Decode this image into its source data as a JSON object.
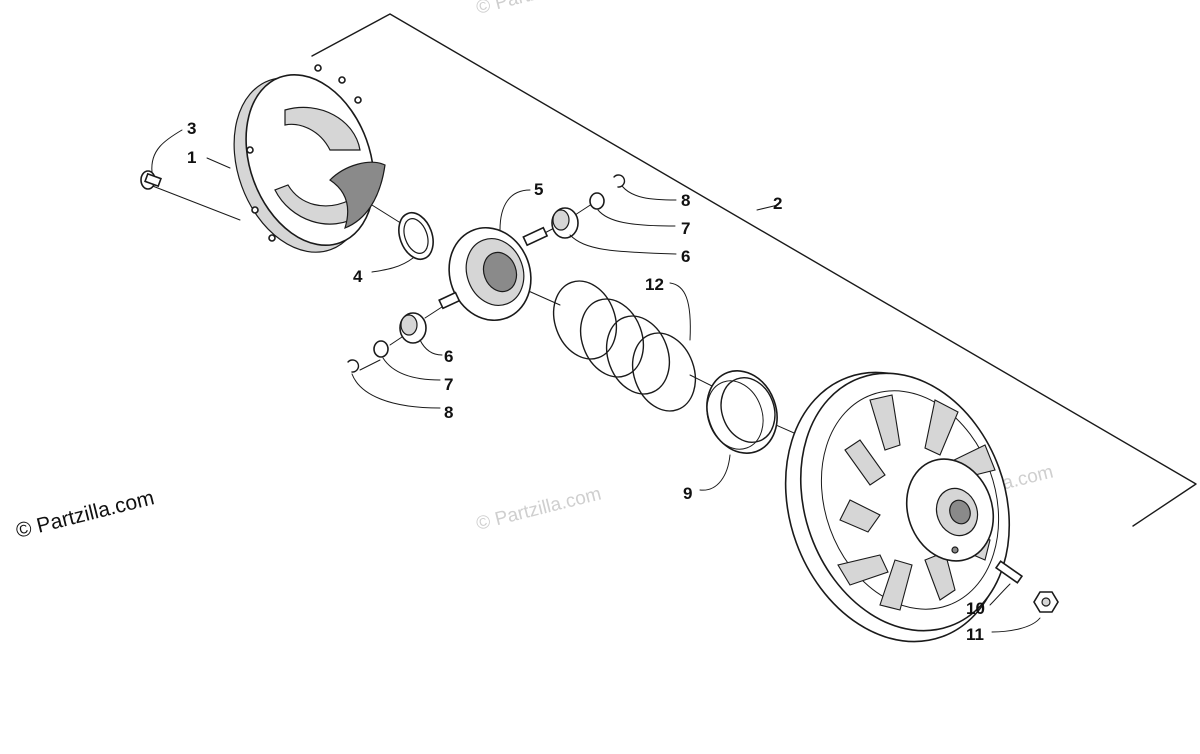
{
  "diagram": {
    "copyright": "© Partzilla.com",
    "watermarks": [
      "© Partzilla.com",
      "© Partzilla.com",
      "© Partzilla.com"
    ],
    "callouts": {
      "c1": "1",
      "c2": "2",
      "c3": "3",
      "c4": "4",
      "c5": "5",
      "c6a": "6",
      "c6b": "6",
      "c7a": "7",
      "c7b": "7",
      "c8a": "8",
      "c8b": "8",
      "c9": "9",
      "c10": "10",
      "c11": "11",
      "c12": "12"
    }
  }
}
